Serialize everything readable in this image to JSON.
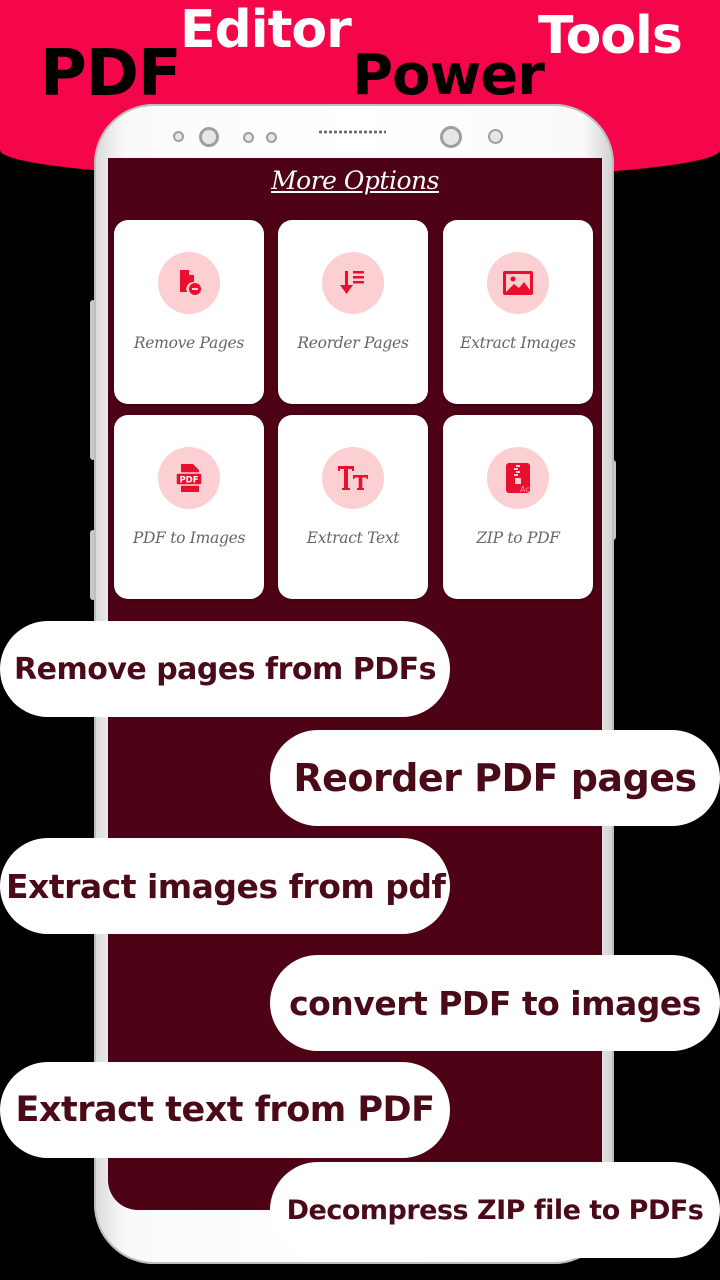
{
  "banner": {
    "word_pdf": "PDF",
    "word_editor": "Editor",
    "word_power": "Power",
    "word_tools": "Tools",
    "color": "#f5054a"
  },
  "screen": {
    "title": "More Options",
    "background": "#4d0215",
    "options": [
      {
        "label": "Remove Pages",
        "icon": "remove-page-icon"
      },
      {
        "label": "Reorder Pages",
        "icon": "reorder-icon"
      },
      {
        "label": "Extract Images",
        "icon": "image-icon"
      },
      {
        "label": "PDF to Images",
        "icon": "pdf-file-icon"
      },
      {
        "label": "Extract Text",
        "icon": "text-icon"
      },
      {
        "label": "ZIP to PDF",
        "icon": "zip-icon"
      }
    ]
  },
  "features": [
    "Remove pages from PDFs",
    "Reorder PDF pages",
    "Extract images from pdf",
    "convert PDF to images",
    "Extract text from PDF",
    "Decompress ZIP file to PDFs"
  ],
  "accent": "#e8102e"
}
